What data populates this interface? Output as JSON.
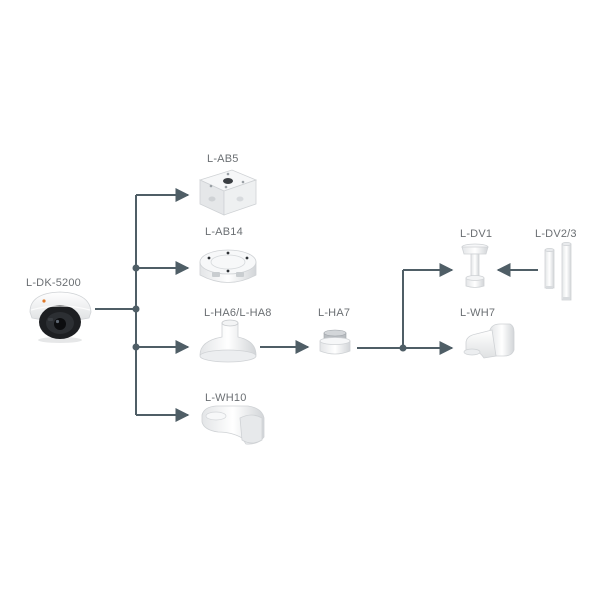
{
  "camera": {
    "label": "L-DK-5200"
  },
  "accessories": {
    "ab5": {
      "label": "L-AB5"
    },
    "ab14": {
      "label": "L-AB14"
    },
    "ha6ha8": {
      "label": "L-HA6/L-HA8"
    },
    "wh10": {
      "label": "L-WH10"
    },
    "ha7": {
      "label": "L-HA7"
    },
    "dv1": {
      "label": "L-DV1"
    },
    "dv23": {
      "label": "L-DV2/3"
    },
    "wh7": {
      "label": "L-WH7"
    }
  },
  "colors": {
    "connector": "#4f5e66",
    "label": "#6b6f73",
    "product_white": "#f4f4f4",
    "product_shadow": "#c9ccce"
  }
}
